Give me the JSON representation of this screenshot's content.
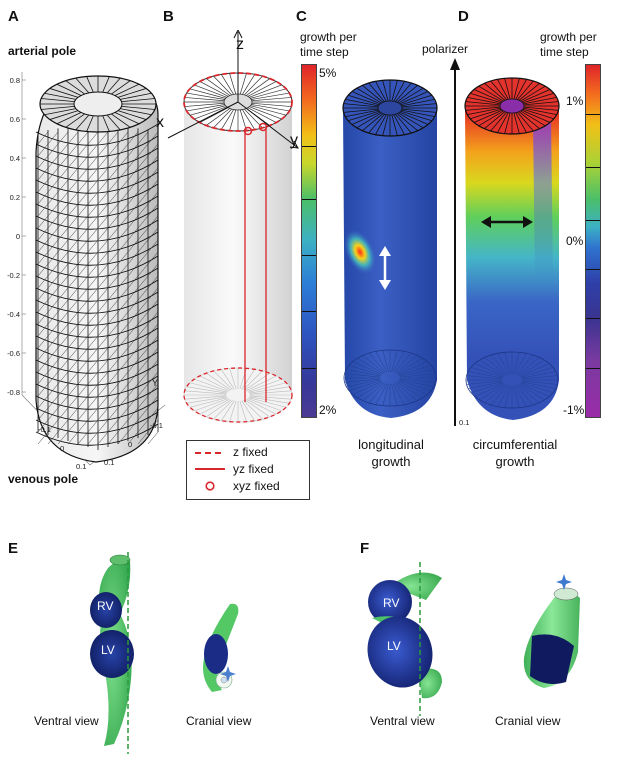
{
  "panels": {
    "A": {
      "label": "A",
      "top_text": "arterial pole",
      "bottom_text": "venous pole",
      "axis_ticks": [
        "0.8",
        "0.6",
        "0.4",
        "0.2",
        "0",
        "-0.2",
        "-0.4",
        "-0.6",
        "-0.8"
      ],
      "y_axis_letter": "Y",
      "base_ticks_left": [
        "-0.1",
        "0",
        "0.1"
      ],
      "base_ticks_right": [
        "0.1",
        "0",
        "-0.1"
      ]
    },
    "B": {
      "label": "B",
      "axis_z": "z",
      "axis_x": "x",
      "axis_y": "y",
      "legend": [
        {
          "style": "dashed",
          "text": "z fixed"
        },
        {
          "style": "solid",
          "text": "yz fixed"
        },
        {
          "style": "circle",
          "text": "xyz fixed"
        }
      ]
    },
    "C": {
      "label": "C",
      "colorbar_title_1": "growth per",
      "colorbar_title_2": "time step",
      "colorbar_max": "5%",
      "colorbar_min": "2%",
      "caption_1": "longitudinal",
      "caption_2": "growth",
      "polarizer": "polarizer"
    },
    "D": {
      "label": "D",
      "colorbar_title_1": "growth per",
      "colorbar_title_2": "time step",
      "colorbar_max": "1%",
      "colorbar_mid": "0%",
      "colorbar_min": "-1%",
      "caption_1": "circumferential",
      "caption_2": "growth",
      "corner_tick": "0.1"
    },
    "E": {
      "label": "E",
      "rv": "RV",
      "lv": "LV",
      "view_left": "Ventral view",
      "view_right": "Cranial view"
    },
    "F": {
      "label": "F",
      "rv": "RV",
      "lv": "LV",
      "view_left": "Ventral view",
      "view_right": "Cranial view"
    }
  },
  "colors": {
    "fixed_red": "#d9262b",
    "tube_blue": "#2e4fb5",
    "heart_green": "#4fc76a",
    "heart_navy": "#12206b"
  }
}
